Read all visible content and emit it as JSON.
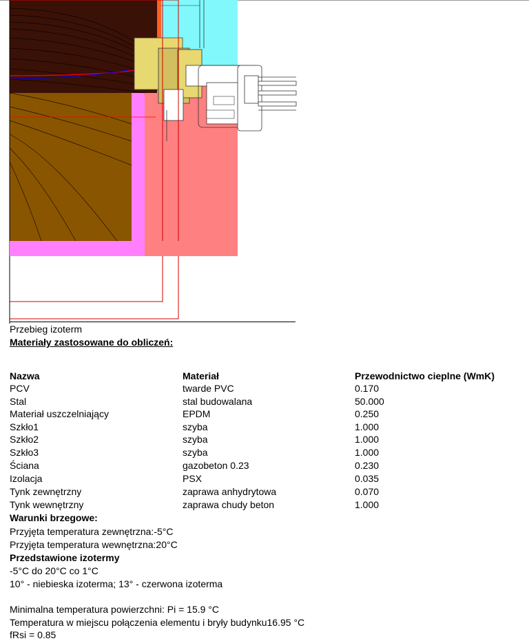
{
  "figure": {
    "colors": {
      "outside_air": "#80f8fc",
      "wall_brown": "#8a5500",
      "insulation_dark": "#3a1106",
      "plaster_pink": "#ff7fff",
      "interior_salmon": "#ff8080",
      "frame_yellow": "#e8d870",
      "orange_strip": "#ff6020",
      "isotherm_line": "#000000",
      "isotherm_red": "#ff0000",
      "isotherm_blue": "#0000ff"
    }
  },
  "caption": "Przebieg izoterm",
  "materials_heading": "Materiały zastosowane do obliczeń:",
  "table": {
    "headers": [
      "Nazwa",
      "Materiał",
      "Przewodnictwo cieplne (WmK)"
    ],
    "rows": [
      [
        "PCV",
        "twarde PVC",
        "0.170"
      ],
      [
        "Stal",
        "stal budowalana",
        "50.000"
      ],
      [
        "Materiał uszczelniający",
        "EPDM",
        "0.250"
      ],
      [
        "Szkło1",
        "szyba",
        "1.000"
      ],
      [
        "Szkło2",
        "szyba",
        "1.000"
      ],
      [
        "Szkło3",
        "szyba",
        "1.000"
      ],
      [
        "Ściana",
        "gazobeton 0.23",
        "0.230"
      ],
      [
        "Izolacja",
        "PSX",
        "0.035"
      ],
      [
        "Tynk zewnętrzny",
        "zaprawa anhydrytowa",
        "0.070"
      ],
      [
        "Tynk wewnętrzny",
        "zaprawa chudy beton",
        "1.000"
      ]
    ]
  },
  "boundary": {
    "heading": "Warunki brzegowe:",
    "ext_temp": "Przyjęta temperatura zewnętrzna:-5°C",
    "int_temp": "Przyjęta temperatura wewnętrzna:20°C"
  },
  "isotherms": {
    "heading": "Przedstawione izotermy",
    "range": "-5°C do 20°C co 1°C",
    "legend": "10° - niebieska izoterma; 13° - czerwona izoterma"
  },
  "results": {
    "min_temp": "Minimalna temperatura powierzchni: Pi = 15.9 °C",
    "junction_temp": "Temperatura w miejscu połączenia elementu i bryły budynku16.95 °C",
    "frsi": "fRsi = 0.85"
  }
}
